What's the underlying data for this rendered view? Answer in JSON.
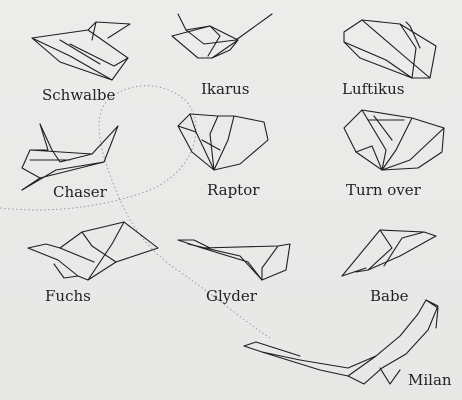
{
  "planes": [
    {
      "id": "schwalbe",
      "label": "Schwalbe"
    },
    {
      "id": "ikarus",
      "label": "Ikarus"
    },
    {
      "id": "luftikus",
      "label": "Luftikus"
    },
    {
      "id": "chaser",
      "label": "Chaser"
    },
    {
      "id": "raptor",
      "label": "Raptor"
    },
    {
      "id": "turn-over",
      "label": "Turn over"
    },
    {
      "id": "fuchs",
      "label": "Fuchs"
    },
    {
      "id": "glyder",
      "label": "Glyder"
    },
    {
      "id": "babe",
      "label": "Babe"
    },
    {
      "id": "milan",
      "label": "Milan"
    }
  ],
  "colors": {
    "background": "#e9e9e8",
    "ink": "#1f1f1f",
    "flight_path": "#9a9a9a"
  }
}
